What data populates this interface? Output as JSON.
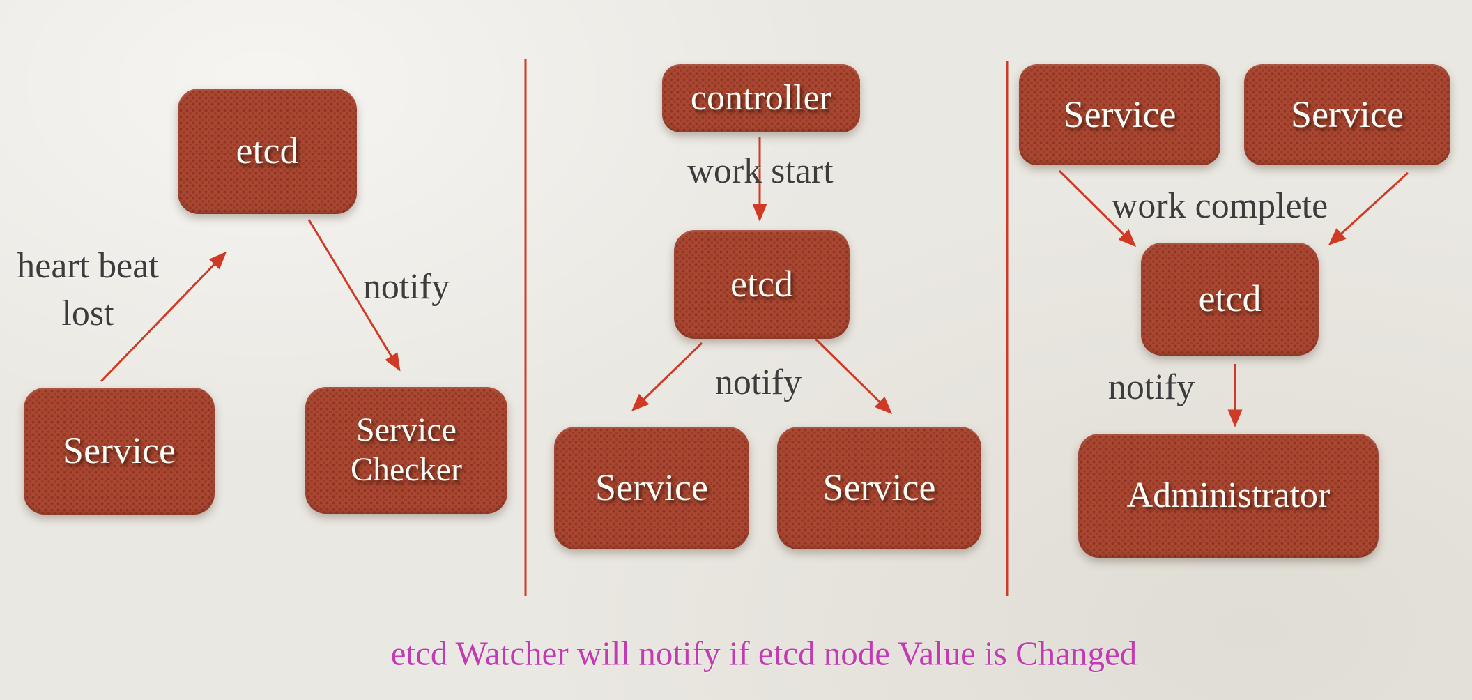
{
  "slide": {
    "colors": {
      "background": "#eae8e2",
      "node_fill": "#a94732",
      "node_text": "#fdfcf7",
      "label_text": "#3c3c3c",
      "arrow_red": "#cf3a26",
      "divider_red": "#cf3a26",
      "caption_magenta": "#c33ab2"
    },
    "panels": {
      "left": {
        "boxes": {
          "etcd": "etcd",
          "service": "Service",
          "service_checker": "Service Checker"
        },
        "labels": {
          "heart_beat_line1": "heart beat",
          "heart_beat_line2": "lost",
          "notify": "notify"
        }
      },
      "middle": {
        "boxes": {
          "controller": "controller",
          "etcd": "etcd",
          "service_left": "Service",
          "service_right": "Service"
        },
        "labels": {
          "work_start": "work start",
          "notify": "notify"
        }
      },
      "right": {
        "boxes": {
          "service_a": "Service",
          "service_b": "Service",
          "etcd": "etcd",
          "administrator": "Administrator"
        },
        "labels": {
          "work_complete": "work complete",
          "notify": "notify"
        }
      }
    },
    "caption": "etcd Watcher will notify if etcd node Value is Changed"
  }
}
